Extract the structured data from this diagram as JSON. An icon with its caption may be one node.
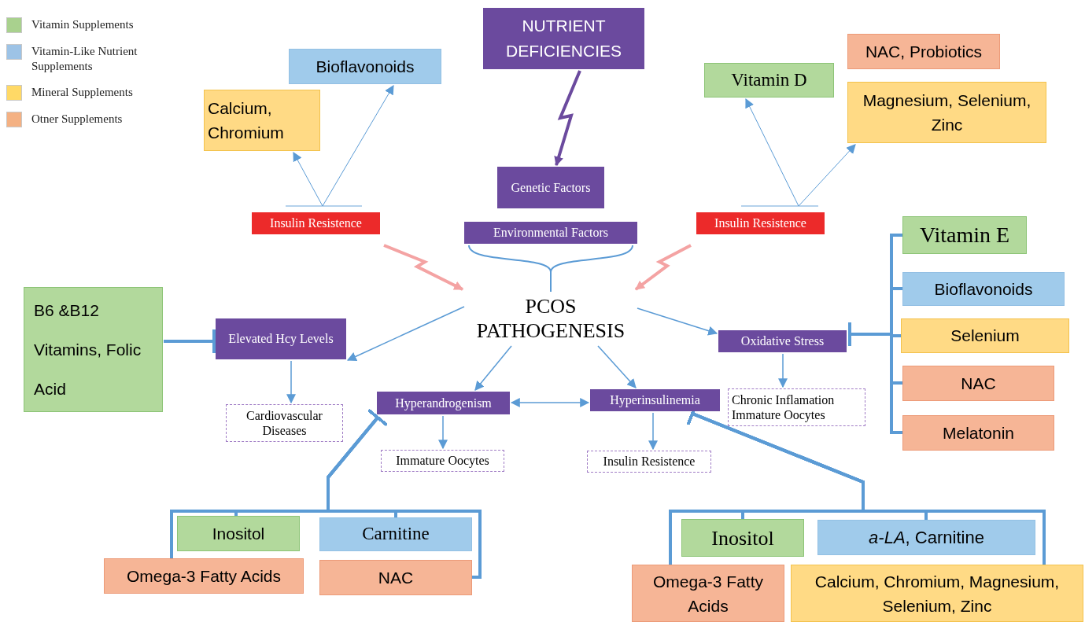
{
  "diagram": {
    "nodes": [
      {
        "text": [
          "NUTRIENT DEFICIENCIES"
        ]
      },
      {
        "text": [
          "Genetic Factors"
        ]
      },
      {
        "text": [
          "Environmental Factors"
        ]
      },
      {
        "text": [
          "PCOS PATHOGENESIS"
        ]
      },
      {
        "text": [
          "Insulin Resistence"
        ]
      },
      {
        "text": [
          "Insulin Resistence"
        ]
      },
      {
        "text": [
          "Bioflavonoids"
        ]
      },
      {
        "text": [
          "Calcium, Chromium"
        ]
      },
      {
        "text": [
          "Vitamin D"
        ]
      },
      {
        "text": [
          "NAC, Probiotics"
        ]
      },
      {
        "text": [
          "Magnesium, Selenium, Zinc"
        ]
      },
      {
        "text": [
          "Vitamin E"
        ]
      },
      {
        "text": [
          "Bioflavonoids"
        ]
      },
      {
        "text": [
          "Selenium"
        ]
      },
      {
        "text": [
          "NAC"
        ]
      },
      {
        "text": [
          "Melatonin"
        ]
      },
      {
        "text": [
          "B6 &B12 Vitamins, Folic Acid"
        ]
      },
      {
        "text": [
          "Elevated Hcy Levels"
        ]
      },
      {
        "text": [
          "Cardiovascular Diseases"
        ]
      },
      {
        "text": [
          "Hyperandrogenism"
        ]
      },
      {
        "text": [
          "Immature Oocytes"
        ]
      },
      {
        "text": [
          "Hyperinsulinemia"
        ]
      },
      {
        "text": [
          "Insulin Resistence"
        ]
      },
      {
        "text": [
          "Oxidative Stress"
        ]
      },
      {
        "text": [
          "Chronic Inflamation Immature Oocytes"
        ]
      },
      {
        "text": [
          "Inositol"
        ]
      },
      {
        "text": [
          "Carnitine"
        ]
      },
      {
        "text": [
          "Omega-3 Fatty Acids"
        ]
      },
      {
        "text": [
          "NAC"
        ]
      },
      {
        "text": [
          "Inositol"
        ]
      },
      {
        "text": [
          "*a-LA*, Carnitine"
        ]
      },
      {
        "text": [
          "Omega-3 Fatty Acids"
        ]
      },
      {
        "text": [
          "Calcium, Chromium, Magnesium, Selenium, Zinc"
        ]
      }
    ],
    "edges": [
      {
        "from": 0,
        "to": 1,
        "arrow": "to",
        "color": "#6b4a9e"
      },
      {
        "from": 4,
        "to": 3,
        "arrow": "to",
        "color": "#f4a3a3"
      },
      {
        "from": 5,
        "to": 3,
        "arrow": "to",
        "color": "#f4a3a3"
      },
      {
        "from": 4,
        "to": 7,
        "arrow": "to"
      },
      {
        "from": 4,
        "to": 6,
        "arrow": "to"
      },
      {
        "from": 5,
        "to": 8,
        "arrow": "to"
      },
      {
        "from": 5,
        "to": 10,
        "arrow": "to"
      },
      {
        "from": 2,
        "to": 3,
        "arrow": "none"
      },
      {
        "from": 3,
        "to": 17,
        "arrow": "to"
      },
      {
        "from": 3,
        "to": 19,
        "arrow": "to"
      },
      {
        "from": 3,
        "to": 21,
        "arrow": "to"
      },
      {
        "from": 3,
        "to": 23,
        "arrow": "to"
      },
      {
        "from": 19,
        "to": 21,
        "arrow": "both"
      },
      {
        "from": 17,
        "to": 18,
        "arrow": "to"
      },
      {
        "from": 19,
        "to": 20,
        "arrow": "to"
      },
      {
        "from": 21,
        "to": 22,
        "arrow": "to"
      },
      {
        "from": 23,
        "to": 24,
        "arrow": "to"
      },
      {
        "from": 16,
        "to": 17,
        "arrow": "other"
      },
      {
        "from": 25,
        "to": 19,
        "arrow": "other"
      },
      {
        "from": 26,
        "to": 19,
        "arrow": "other"
      },
      {
        "from": 27,
        "to": 19,
        "arrow": "other"
      },
      {
        "from": 28,
        "to": 19,
        "arrow": "other"
      },
      {
        "from": 29,
        "to": 21,
        "arrow": "other"
      },
      {
        "from": 30,
        "to": 21,
        "arrow": "other"
      },
      {
        "from": 31,
        "to": 21,
        "arrow": "other"
      },
      {
        "from": 32,
        "to": 21,
        "arrow": "other"
      },
      {
        "from": 11,
        "to": 23,
        "arrow": "other"
      },
      {
        "from": 12,
        "to": 23,
        "arrow": "other"
      },
      {
        "from": 13,
        "to": 23,
        "arrow": "other"
      },
      {
        "from": 14,
        "to": 23,
        "arrow": "other"
      },
      {
        "from": 15,
        "to": 23,
        "arrow": "other"
      }
    ],
    "legend": [
      {
        "text": "Vitamin Supplements",
        "color": "#a9d18e"
      },
      {
        "text": "Vitamin-Like Nutrient Supplements",
        "color": "#9dc3e6"
      },
      {
        "text": "Mineral Supplements",
        "color": "#ffd966"
      },
      {
        "text": "Otner Supplements",
        "color": "#f4b183"
      }
    ]
  }
}
